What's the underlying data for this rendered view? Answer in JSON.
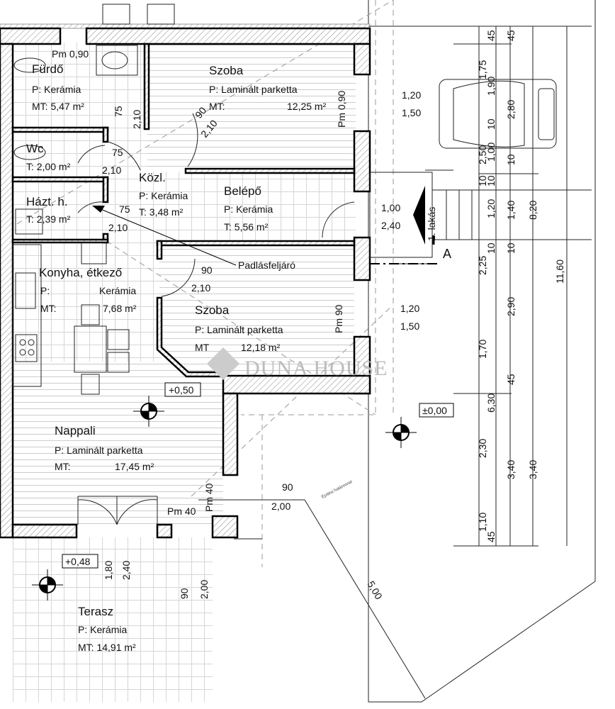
{
  "plan": {
    "furdo": {
      "name": "Fürdő",
      "floor": "P:  Kerámia",
      "area": "MT: 5,47 m²",
      "window": "Pm 0,90"
    },
    "szoba1": {
      "name": "Szoba",
      "floor": "P: Laminált parketta",
      "mt": "MT:",
      "area": "12,25 m²",
      "window": "Pm 0,90",
      "w1": "1,20",
      "w2": "1,50"
    },
    "wc": {
      "name": "Wc",
      "area": "T: 2,00 m²",
      "d1": "75",
      "d2": "2,10"
    },
    "kozl": {
      "name": "Közl.",
      "floor": "P: Kerámia",
      "area": "T:  3,48 m²"
    },
    "belepo": {
      "name": "Belépő",
      "floor": "P: Kerámia",
      "area": "T:  5,56 m²",
      "d1": "1,00",
      "d2": "2,40"
    },
    "haztart": {
      "name": "Házt. h.",
      "area": "T: 2,39 m²",
      "d1": "75",
      "d2": "2,10"
    },
    "furdo_door": {
      "d1": "75",
      "d2": "2,10"
    },
    "szoba1_door": {
      "d1": "90",
      "d2": "2,10"
    },
    "konyha": {
      "name": "Konyha, étkező",
      "p": "P:",
      "floor": "Kerámia",
      "mt": "MT:",
      "area": "7,68 m²"
    },
    "szoba2_door": {
      "d1": "90",
      "d2": "2,10"
    },
    "szoba2": {
      "name": "Szoba",
      "floor": "P: Laminált parketta",
      "mt": "MT",
      "area": "12,18 m²",
      "window": "Pm 90",
      "w1": "1,20",
      "w2": "1,50"
    },
    "padlas": "Padlásfeljáró",
    "entrance": {
      "label": "1. lakás",
      "section": "A"
    },
    "levels": {
      "inside": "+0,50",
      "ground": "±0,00",
      "terrace": "+0,48"
    },
    "nappali": {
      "name": "Nappali",
      "floor": "P: Laminált parketta",
      "mt": "MT:",
      "area": "17,45 m²",
      "window1": "Pm 40",
      "window2": "Pm 40",
      "w1": "90",
      "w2": "2,00"
    },
    "boundary": {
      "label": "Építési határvonal",
      "distance": "5,00"
    },
    "terrace_door": {
      "d1": "1,80",
      "d2": "2,40"
    },
    "terrace_side": {
      "d1": "90",
      "d2": "2,00"
    },
    "terasz": {
      "name": "Terasz",
      "floor": "P:    Kerámia",
      "area": "MT: 14,91 m²"
    },
    "dimensions": {
      "col1": [
        "1,75",
        "2,50",
        "10",
        "2,25",
        "1,70",
        "2,30",
        "1,10"
      ],
      "col2": [
        "45",
        "1,90",
        "10",
        "1,00",
        "10",
        "1,20",
        "10",
        "6,30",
        "45"
      ],
      "col3": [
        "45",
        "2,80",
        "10",
        "1,40",
        "10",
        "2,90",
        "45",
        "3,40"
      ],
      "col4": [
        "8,20",
        "3,40"
      ],
      "col5": [
        "11,60"
      ]
    },
    "watermark": "DUNA HOUSE"
  }
}
